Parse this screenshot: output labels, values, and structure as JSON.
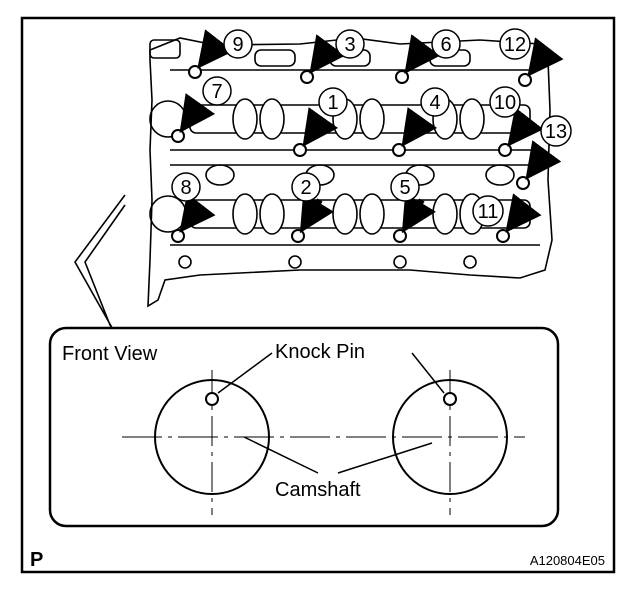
{
  "callouts": [
    "1",
    "2",
    "3",
    "4",
    "5",
    "6",
    "7",
    "8",
    "9",
    "10",
    "11",
    "12",
    "13"
  ],
  "inset": {
    "title": "Front View",
    "knock_pin_label": "Knock Pin",
    "camshaft_label": "Camshaft"
  },
  "corner_label": "P",
  "figure_code": "A120804E05"
}
